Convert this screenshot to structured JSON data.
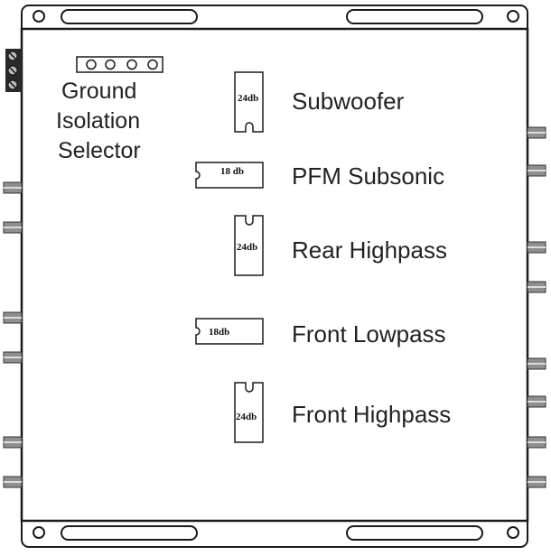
{
  "ground_isolation": {
    "label_line1": "Ground",
    "label_line2": "Isolation",
    "label_line3": "Selector",
    "jumper_pins": 4
  },
  "filters": [
    {
      "label": "Subwoofer",
      "chip_value": "24db",
      "orientation": "vertical"
    },
    {
      "label": "PFM Subsonic",
      "chip_value": "18 db",
      "orientation": "horizontal"
    },
    {
      "label": "Rear Highpass",
      "chip_value": "24db",
      "orientation": "vertical"
    },
    {
      "label": "Front Lowpass",
      "chip_value": "18db",
      "orientation": "horizontal"
    },
    {
      "label": "Front Highpass",
      "chip_value": "24db",
      "orientation": "vertical"
    }
  ],
  "colors": {
    "line": "#1a1a1a",
    "connector": "#8a8a8a",
    "background": "#ffffff"
  }
}
